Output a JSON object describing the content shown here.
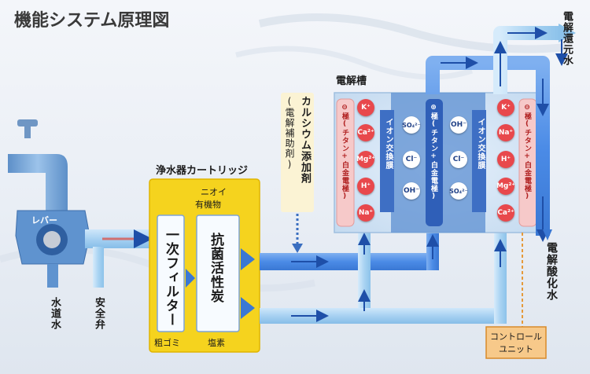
{
  "title": "機能システム原理図",
  "labels": {
    "lever": "レバー",
    "tap_water": "水道水",
    "safety_valve": "安全弁",
    "cartridge": "浄水器カートリッジ",
    "odor": "ニオイ",
    "organics": "有機物",
    "primary_filter": "一次フィルター",
    "coarse_dust": "粗ゴミ",
    "activated_carbon": "抗菌活性炭",
    "chlorine": "塩素",
    "calcium_additive": "カルシウム添加剤",
    "electrolysis_aid": "(電解補助剤)",
    "cell": "電解槽",
    "reduced_water": "電解還元水",
    "oxidized_water": "電解酸化水",
    "control_unit_1": "コントロール",
    "control_unit_2": "ユニット",
    "left_electrode": "⊖極(チタン+白金電極)",
    "center_electrode": "⊕極(チタン+白金電極)",
    "right_electrode": "⊖極(チタン+白金電極)",
    "left_membrane": "イオン交換膜",
    "right_membrane": "イオン交換膜"
  },
  "ions": {
    "left_column": [
      "K⁺",
      "Ca²⁺",
      "Mg²⁺",
      "H⁺",
      "Na⁺"
    ],
    "center_left": [
      "SO₄²⁻",
      "Cl⁻",
      "OH⁻"
    ],
    "center_right": [
      "OH⁻",
      "Cl⁻",
      "SO₄²⁻"
    ],
    "right_column": [
      "K⁺",
      "Na⁺",
      "H⁺",
      "Mg²⁺",
      "Ca²⁺"
    ]
  },
  "colors": {
    "cartridge_fill": "#f5d31e",
    "pipe_light": "#a9d3f2",
    "pipe_dark": "#4f8ee6",
    "positive_ion": "#e8484c",
    "negative_ion": "#2f63c4",
    "control_unit": "#f2b45a"
  }
}
